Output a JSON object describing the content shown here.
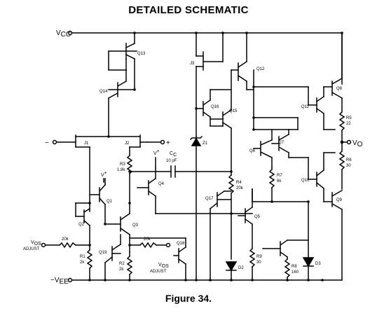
{
  "title": "DETAILED SCHEMATIC",
  "caption": "Figure 34.",
  "rails": {
    "vcc_main": "V",
    "vcc_sub": "CC",
    "vee_prefix": "−V",
    "vee_sub": "EE"
  },
  "terminals": {
    "inv_input": "−",
    "noninv_input": "+",
    "output_main": "V",
    "output_sub": "O",
    "vplus_main": "V",
    "vplus_sup": "+"
  },
  "vos_adjust": {
    "left_main": "V",
    "left_sub": "OS",
    "left_line2": "ADJUST",
    "right_main": "V",
    "right_sub": "OS",
    "right_line2": "ADJUST"
  },
  "capacitor": {
    "name_main": "C",
    "name_sub": "C",
    "value": "10 pF"
  },
  "transistors": {
    "q1": "Q1",
    "q2": "Q2",
    "q3": "Q3",
    "q4": "Q4",
    "q5": "Q5",
    "q6": "Q6",
    "q7": "Q7",
    "q8": "Q8",
    "q9": "Q9",
    "q10": "Q10",
    "q11": "Q11",
    "q12": "Q12",
    "q13": "Q13",
    "q14": "Q14",
    "q15": "Q15",
    "q16": "Q16",
    "q17": "Q17",
    "q18": "Q18",
    "q19": "Q19",
    "j1": "J1",
    "j2": "J2",
    "j3": "J3"
  },
  "diodes": {
    "z1": "Z1",
    "d2": "D2",
    "d3": "D3"
  },
  "resistors": {
    "r1_name": "R1",
    "r1_value": "2k",
    "r2_name": "R2",
    "r2_value": "2k",
    "r3_name": "R3",
    "r3_value": "1.8k",
    "r4_name": "R4",
    "r4_value": "20k",
    "r5_name": "R5",
    "r5_value": "22",
    "r6_name": "R6",
    "r6_value": "30",
    "r7_name": "R7",
    "r7_value": "6k",
    "r8_name": "R8",
    "r8_value": "160",
    "r9_name": "R9",
    "r9_value": "30",
    "rin_left_value": "20k",
    "rin_right_value": "20k"
  }
}
